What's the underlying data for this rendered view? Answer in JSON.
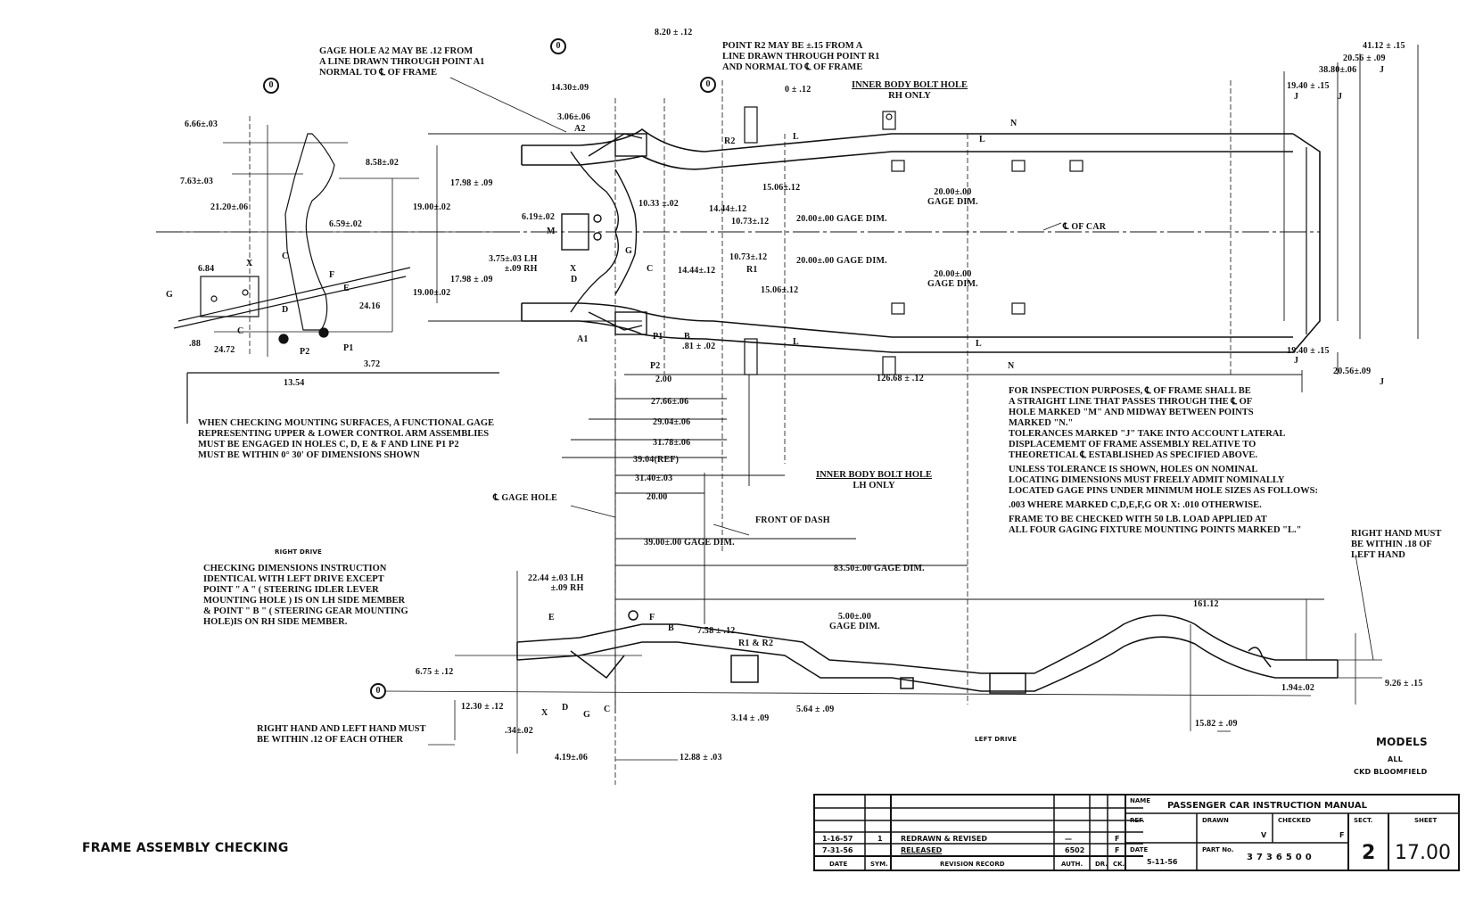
{
  "document": {
    "title": "FRAME ASSEMBLY CHECKING",
    "drive_labels": {
      "right": "RIGHT DRIVE",
      "left": "LEFT DRIVE"
    },
    "models": {
      "heading": "MODELS",
      "value": "ALL",
      "plant": "CKD BLOOMFIELD"
    }
  },
  "datum_symbol": "0",
  "notes": {
    "gage_hole_a2": [
      "GAGE HOLE A2 MAY BE .12 FROM",
      "A LINE DRAWN THROUGH POINT A1",
      "NORMAL TO ℄ OF FRAME"
    ],
    "point_r2": [
      "POINT R2 MAY BE ±.15 FROM A",
      "LINE DRAWN THROUGH POINT R1",
      "AND NORMAL TO ℄ OF FRAME"
    ],
    "inner_bolt_rh": [
      "INNER BODY BOLT HOLE",
      "RH ONLY"
    ],
    "inner_bolt_lh": [
      "INNER BODY BOLT HOLE",
      "LH ONLY"
    ],
    "mounting_surfaces": [
      "WHEN CHECKING MOUNTING SURFACES, A FUNCTIONAL GAGE",
      "REPRESENTING UPPER & LOWER CONTROL ARM ASSEMBLIES",
      "MUST BE ENGAGED IN HOLES C, D, E & F AND LINE P1 P2",
      "MUST BE WITHIN 0° 30' OF DIMENSIONS SHOWN"
    ],
    "inspection": [
      "FOR INSPECTION PURPOSES, ℄ OF FRAME SHALL BE",
      "A STRAIGHT LINE THAT PASSES THROUGH THE ℄ OF",
      "HOLE MARKED \"M\" AND MIDWAY BETWEEN POINTS",
      "MARKED \"N.\""
    ],
    "tolerances_j": [
      "TOLERANCES MARKED \"J\" TAKE INTO ACCOUNT LATERAL",
      "DISPLACEMEMT OF FRAME ASSEMBLY RELATIVE TO",
      "THEORETICAL ℄ ESTABLISHED AS SPECIFIED ABOVE."
    ],
    "unless_tolerance": [
      "UNLESS TOLERANCE IS SHOWN, HOLES ON NOMINAL",
      "LOCATING DIMENSIONS MUST FREELY ADMIT NOMINALLY",
      "LOCATED GAGE PINS UNDER MINIMUM HOLE SIZES AS FOLLOWS:"
    ],
    "pin_sizes": ".003 WHERE MARKED C,D,E,F,G OR X: .010 OTHERWISE.",
    "load": [
      "FRAME TO BE CHECKED WITH 50 LB. LOAD APPLIED AT",
      "ALL FOUR GAGING FIXTURE MOUNTING POINTS MARKED \"L.\""
    ],
    "right_drive": [
      "CHECKING DIMENSIONS INSTRUCTION",
      "IDENTICAL WITH LEFT DRIVE EXCEPT",
      "POINT \" A \" ( STEERING IDLER LEVER",
      "MOUNTING HOLE ) IS ON LH SIDE MEMBER",
      "& POINT \" B \" ( STEERING GEAR MOUNTING",
      "HOLE)IS ON RH SIDE MEMBER."
    ],
    "rh_lh_12": [
      "RIGHT HAND AND LEFT HAND MUST",
      "BE WITHIN .12 OF EACH OTHER"
    ],
    "rh_lh_18": [
      "RIGHT HAND MUST",
      "BE WITHIN .18 OF",
      "LEFT HAND"
    ],
    "centerline_car": "℄ OF CAR",
    "gage_hole": "℄ GAGE HOLE",
    "front_of_dash": "FRONT OF DASH"
  },
  "dimensions": {
    "d_8_20": "8.20 ± .12",
    "d_14_30": "14.30±.09",
    "d_0_12": "0 ± .12",
    "d_3_06": "3.06±.06",
    "d_6_66": "6.66±.03",
    "d_7_63": "7.63±.03",
    "d_8_58": "8.58±.02",
    "d_21_20": "21.20±.06",
    "d_6_59": "6.59±.02",
    "d_17_98a": "17.98 ± .09",
    "d_19_00a": "19.00±.02",
    "d_17_98b": "17.98 ± .09",
    "d_19_00b": "19.00±.02",
    "d_6_19": "6.19±.02",
    "d_3_75": "3.75±.03 LH",
    "d_3_75b": "±.09 RH",
    "d_10_33": "10.33 ±.02",
    "d_14_44a": "14.44±.12",
    "d_14_44b": "14.44±.12",
    "d_10_73a": "10.73±.12",
    "d_10_73b": "10.73±.12",
    "d_15_06a": "15.06±.12",
    "d_15_06b": "15.06±.12",
    "d_20_00a": "20.00±.00 GAGE DIM.",
    "d_20_00b": "20.00±.00 GAGE DIM.",
    "d_20_00c": "20.00±.00",
    "d_20_00c2": "GAGE DIM.",
    "d_20_00d": "20.00±.00",
    "d_20_00d2": "GAGE DIM.",
    "d_6_84": "6.84",
    "d_0_88": ".88",
    "d_24_16": "24.16",
    "d_24_72": "24.72",
    "d_3_72": "3.72",
    "d_13_54": "13.54",
    "d_0_81": ".81 ± .02",
    "d_2_00": "2.00",
    "d_27_66": "27.66±.06",
    "d_29_04": "29.04±.06",
    "d_31_78": "31.78±.06",
    "d_39_04": "39.04(REF)",
    "d_31_40": "31.40±.03",
    "d_20_00e": "20.00",
    "d_126_68": "126.68 ± .12",
    "d_39_00": "39.00±.00 GAGE DIM.",
    "d_83_50": "83.50±.00 GAGE DIM.",
    "d_41_12": "41.12 ± .15",
    "d_20_56a": "20.56 ± .09",
    "d_38_80": "38.80±.06",
    "d_19_40a": "19.40 ± .15",
    "d_19_40b": "19.40 ± .15",
    "d_20_56b": "20.56±.09",
    "d_22_44": "22.44 ±.03 LH",
    "d_22_44b": "±.09 RH",
    "d_7_58": "7.58 ± .12",
    "d_5_00": "5.00±.00",
    "d_5_00b": "GAGE DIM.",
    "d_161_12": "161.12",
    "d_6_75": "6.75 ± .12",
    "d_12_30": "12.30 ± .12",
    "d_0_34": ".34±.02",
    "d_3_14": "3.14 ± .09",
    "d_5_64": "5.64 ± .09",
    "d_4_19": "4.19±.06",
    "d_12_88": "12.88 ± .03",
    "d_1_94": "1.94±.02",
    "d_9_26": "9.26 ± .15",
    "d_15_82": "15.82 ± .09",
    "tol_j": "J"
  },
  "points": {
    "A1": "A1",
    "A2": "A2",
    "B": "B",
    "C": "C",
    "D": "D",
    "E": "E",
    "F": "F",
    "G": "G",
    "L": "L",
    "M": "M",
    "N": "N",
    "P1": "P1",
    "P2": "P2",
    "R1": "R1",
    "R2": "R2",
    "X": "X",
    "R1R2": "R1 & R2"
  },
  "title_block": {
    "name_label": "NAME",
    "name_value": "PASSENGER CAR INSTRUCTION MANUAL",
    "ref_label": "REF.",
    "drawn_label": "DRAWN",
    "drawn_value": "V",
    "checked_label": "CHECKED",
    "checked_value": "F",
    "sect_label": "SECT.",
    "sect_value": "2",
    "sheet_label": "SHEET",
    "sheet_value": "17.00",
    "date_label": "DATE",
    "date_value": "5-11-56",
    "part_label": "PART No.",
    "part_value": "3736500",
    "revisions": [
      {
        "date": "1-16-57",
        "sym": "1",
        "record": "REDRAWN & REVISED",
        "auth": "—",
        "dr": "",
        "ck": "F"
      },
      {
        "date": "7-31-56",
        "sym": "",
        "record": "RELEASED",
        "auth": "6502",
        "dr": "",
        "ck": "F"
      }
    ],
    "rev_headers": {
      "date": "DATE",
      "sym": "SYM.",
      "record": "REVISION RECORD",
      "auth": "AUTH.",
      "dr": "DR.",
      "ck": "CK."
    }
  }
}
